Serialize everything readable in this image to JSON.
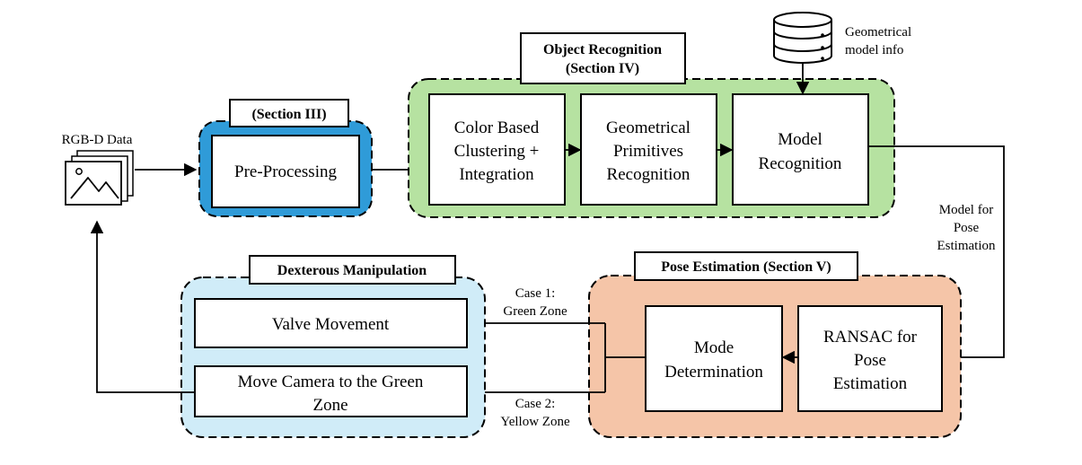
{
  "input": {
    "label": "RGB-D Data"
  },
  "preprocessing": {
    "section_tag": "(Section III)",
    "box_label": "Pre-Processing"
  },
  "object_recognition": {
    "title_line1": "Object Recognition",
    "title_line2": "(Section IV)",
    "color_clustering": [
      "Color Based",
      "Clustering +",
      "Integration"
    ],
    "geometric_primitives": [
      "Geometrical",
      "Primitives",
      "Recognition"
    ],
    "model_recognition": [
      "Model",
      "Recognition"
    ]
  },
  "database": {
    "icon": "database-icon",
    "label_line1": "Geometrical",
    "label_line2": "model info"
  },
  "model_for_pose": [
    "Model for",
    "Pose",
    "Estimation"
  ],
  "pose_estimation": {
    "title": "Pose Estimation (Section V)",
    "ransac": [
      "RANSAC for",
      "Pose",
      "Estimation"
    ],
    "mode_determination": [
      "Mode",
      "Determination"
    ]
  },
  "case1": {
    "line1": "Case 1:",
    "line2": "Green Zone"
  },
  "case2": {
    "line1": "Case 2:",
    "line2": "Yellow Zone"
  },
  "manipulation": {
    "title": "Dexterous Manipulation",
    "valve_movement": "Valve Movement",
    "move_camera": [
      "Move Camera to the Green",
      "Zone"
    ]
  },
  "colors": {
    "preprocessing_fill": "#2f9bd8",
    "object_recognition_fill": "#b6e2a1",
    "pose_estimation_fill": "#f5c5a8",
    "manipulation_fill": "#d0ecf8"
  }
}
